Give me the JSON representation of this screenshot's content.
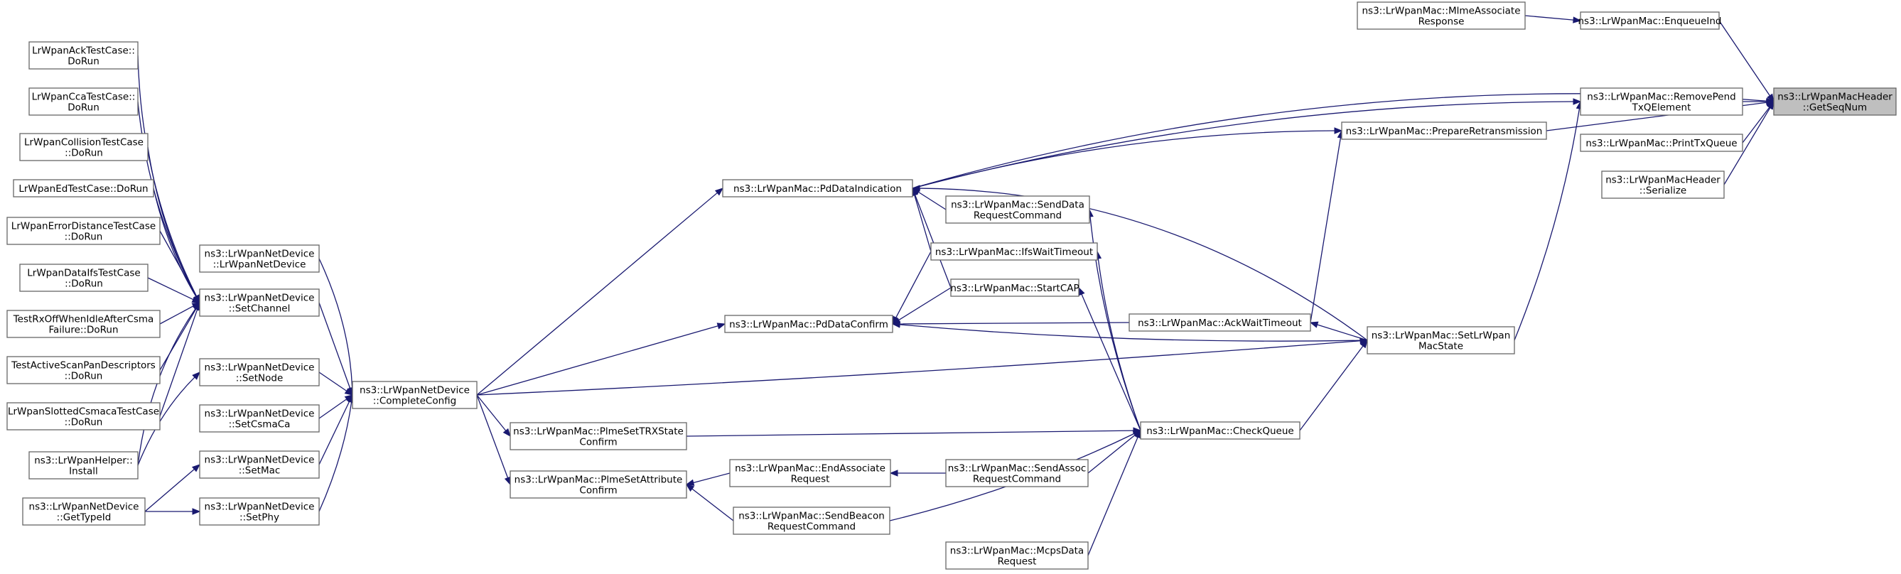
{
  "diagram": {
    "type": "call-graph",
    "root": "getseqnum",
    "nodes": [
      {
        "id": "getseqnum",
        "lines": [
          "ns3::LrWpanMacHeader",
          "::GetSeqNum"
        ],
        "root": true
      },
      {
        "id": "enqueueind",
        "lines": [
          "ns3::LrWpanMac::EnqueueInd"
        ]
      },
      {
        "id": "mlmeassociate",
        "lines": [
          "ns3::LrWpanMac::MlmeAssociate",
          "Response"
        ]
      },
      {
        "id": "removepend",
        "lines": [
          "ns3::LrWpanMac::RemovePend",
          "TxQElement"
        ]
      },
      {
        "id": "printtxqueue",
        "lines": [
          "ns3::LrWpanMac::PrintTxQueue"
        ]
      },
      {
        "id": "serialize",
        "lines": [
          "ns3::LrWpanMacHeader",
          "::Serialize"
        ]
      },
      {
        "id": "prepareretrans",
        "lines": [
          "ns3::LrWpanMac::PrepareRetransmission"
        ]
      },
      {
        "id": "pddataindication",
        "lines": [
          "ns3::LrWpanMac::PdDataIndication"
        ]
      },
      {
        "id": "setlrwpanmacstate",
        "lines": [
          "ns3::LrWpanMac::SetLrWpan",
          "MacState"
        ]
      },
      {
        "id": "acktimeout",
        "lines": [
          "ns3::LrWpanMac::AckWaitTimeout"
        ]
      },
      {
        "id": "checkqueue",
        "lines": [
          "ns3::LrWpanMac::CheckQueue"
        ]
      },
      {
        "id": "senddatareq",
        "lines": [
          "ns3::LrWpanMac::SendData",
          "RequestCommand"
        ]
      },
      {
        "id": "ifswaittimeout",
        "lines": [
          "ns3::LrWpanMac::IfsWaitTimeout"
        ]
      },
      {
        "id": "startcap",
        "lines": [
          "ns3::LrWpanMac::StartCAP"
        ]
      },
      {
        "id": "pddataconfirm",
        "lines": [
          "ns3::LrWpanMac::PdDataConfirm"
        ]
      },
      {
        "id": "completeconfig",
        "lines": [
          "ns3::LrWpanNetDevice",
          "::CompleteConfig"
        ]
      },
      {
        "id": "plmesettrx",
        "lines": [
          "ns3::LrWpanMac::PlmeSetTRXState",
          "Confirm"
        ]
      },
      {
        "id": "plmesetattr",
        "lines": [
          "ns3::LrWpanMac::PlmeSetAttribute",
          "Confirm"
        ]
      },
      {
        "id": "endassociate",
        "lines": [
          "ns3::LrWpanMac::EndAssociate",
          "Request"
        ]
      },
      {
        "id": "sendassoc",
        "lines": [
          "ns3::LrWpanMac::SendAssoc",
          "RequestCommand"
        ]
      },
      {
        "id": "sendbeacon",
        "lines": [
          "ns3::LrWpanMac::SendBeacon",
          "RequestCommand"
        ]
      },
      {
        "id": "mcpsdata",
        "lines": [
          "ns3::LrWpanMac::McpsData",
          "Request"
        ]
      },
      {
        "id": "netdevicector",
        "lines": [
          "ns3::LrWpanNetDevice",
          "::LrWpanNetDevice"
        ]
      },
      {
        "id": "setchannel",
        "lines": [
          "ns3::LrWpanNetDevice",
          "::SetChannel"
        ]
      },
      {
        "id": "setnode",
        "lines": [
          "ns3::LrWpanNetDevice",
          "::SetNode"
        ]
      },
      {
        "id": "setcsmaca",
        "lines": [
          "ns3::LrWpanNetDevice",
          "::SetCsmaCa"
        ]
      },
      {
        "id": "setmac",
        "lines": [
          "ns3::LrWpanNetDevice",
          "::SetMac"
        ]
      },
      {
        "id": "setphy",
        "lines": [
          "ns3::LrWpanNetDevice",
          "::SetPhy"
        ]
      },
      {
        "id": "acktest",
        "lines": [
          "LrWpanAckTestCase::",
          "DoRun"
        ]
      },
      {
        "id": "ccatest",
        "lines": [
          "LrWpanCcaTestCase::",
          "DoRun"
        ]
      },
      {
        "id": "collisiontest",
        "lines": [
          "LrWpanCollisionTestCase",
          "::DoRun"
        ]
      },
      {
        "id": "edtest",
        "lines": [
          "LrWpanEdTestCase::DoRun"
        ]
      },
      {
        "id": "errordisttest",
        "lines": [
          "LrWpanErrorDistanceTestCase",
          "::DoRun"
        ]
      },
      {
        "id": "dataifstest",
        "lines": [
          "LrWpanDataIfsTestCase",
          "::DoRun"
        ]
      },
      {
        "id": "rxofftest",
        "lines": [
          "TestRxOffWhenIdleAfterCsma",
          "Failure::DoRun"
        ]
      },
      {
        "id": "activescantest",
        "lines": [
          "TestActiveScanPanDescriptors",
          "::DoRun"
        ]
      },
      {
        "id": "slottedcsmatest",
        "lines": [
          "LrWpanSlottedCsmacaTestCase",
          "::DoRun"
        ]
      },
      {
        "id": "helperinstall",
        "lines": [
          "ns3::LrWpanHelper::",
          "Install"
        ]
      },
      {
        "id": "gettypeid",
        "lines": [
          "ns3::LrWpanNetDevice",
          "::GetTypeId"
        ]
      }
    ],
    "edges": [
      {
        "from": "enqueueind",
        "to": "getseqnum"
      },
      {
        "from": "removepend",
        "to": "getseqnum"
      },
      {
        "from": "printtxqueue",
        "to": "getseqnum"
      },
      {
        "from": "serialize",
        "to": "getseqnum"
      },
      {
        "from": "pddataindication",
        "to": "getseqnum"
      },
      {
        "from": "prepareretrans",
        "to": "getseqnum"
      },
      {
        "from": "mlmeassociate",
        "to": "enqueueind"
      },
      {
        "from": "pddataindication",
        "to": "removepend"
      },
      {
        "from": "setlrwpanmacstate",
        "to": "removepend"
      },
      {
        "from": "pddataindication",
        "to": "prepareretrans"
      },
      {
        "from": "acktimeout",
        "to": "prepareretrans"
      },
      {
        "from": "completeconfig",
        "to": "pddataindication"
      },
      {
        "from": "senddatareq",
        "to": "pddataindication"
      },
      {
        "from": "ifswaittimeout",
        "to": "pddataindication"
      },
      {
        "from": "startcap",
        "to": "pddataindication"
      },
      {
        "from": "setlrwpanmacstate",
        "to": "pddataindication"
      },
      {
        "from": "completeconfig",
        "to": "pddataconfirm"
      },
      {
        "from": "setlrwpanmacstate",
        "to": "pddataconfirm"
      },
      {
        "from": "ifswaittimeout",
        "to": "pddataconfirm"
      },
      {
        "from": "startcap",
        "to": "pddataconfirm"
      },
      {
        "from": "acktimeout",
        "to": "pddataconfirm"
      },
      {
        "from": "setlrwpanmacstate",
        "to": "acktimeout"
      },
      {
        "from": "checkqueue",
        "to": "setlrwpanmacstate"
      },
      {
        "from": "completeconfig",
        "to": "setlrwpanmacstate"
      },
      {
        "from": "checkqueue",
        "to": "senddatareq"
      },
      {
        "from": "checkqueue",
        "to": "ifswaittimeout"
      },
      {
        "from": "checkqueue",
        "to": "startcap"
      },
      {
        "from": "plmesettrx",
        "to": "checkqueue"
      },
      {
        "from": "sendassoc",
        "to": "checkqueue"
      },
      {
        "from": "sendbeacon",
        "to": "checkqueue"
      },
      {
        "from": "mcpsdata",
        "to": "checkqueue"
      },
      {
        "from": "completeconfig",
        "to": "plmesettrx"
      },
      {
        "from": "completeconfig",
        "to": "plmesetattr"
      },
      {
        "from": "endassociate",
        "to": "plmesetattr"
      },
      {
        "from": "sendbeacon",
        "to": "plmesetattr"
      },
      {
        "from": "sendassoc",
        "to": "endassociate"
      },
      {
        "from": "netdevicector",
        "to": "completeconfig"
      },
      {
        "from": "setchannel",
        "to": "completeconfig"
      },
      {
        "from": "setnode",
        "to": "completeconfig"
      },
      {
        "from": "setcsmaca",
        "to": "completeconfig"
      },
      {
        "from": "setmac",
        "to": "completeconfig"
      },
      {
        "from": "setphy",
        "to": "completeconfig"
      },
      {
        "from": "acktest",
        "to": "setchannel"
      },
      {
        "from": "ccatest",
        "to": "setchannel"
      },
      {
        "from": "collisiontest",
        "to": "setchannel"
      },
      {
        "from": "edtest",
        "to": "setchannel"
      },
      {
        "from": "errordisttest",
        "to": "setchannel"
      },
      {
        "from": "dataifstest",
        "to": "setchannel"
      },
      {
        "from": "rxofftest",
        "to": "setchannel"
      },
      {
        "from": "activescantest",
        "to": "setchannel"
      },
      {
        "from": "slottedcsmatest",
        "to": "setchannel"
      },
      {
        "from": "helperinstall",
        "to": "setchannel"
      },
      {
        "from": "helperinstall",
        "to": "setnode"
      },
      {
        "from": "gettypeid",
        "to": "setmac"
      },
      {
        "from": "gettypeid",
        "to": "setphy"
      }
    ]
  }
}
